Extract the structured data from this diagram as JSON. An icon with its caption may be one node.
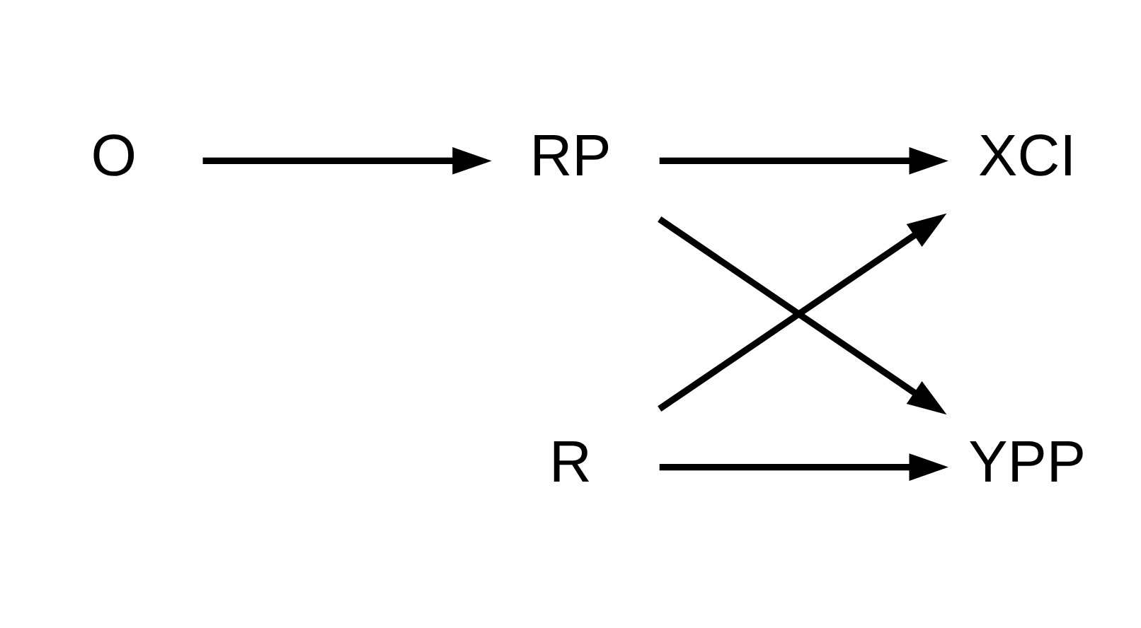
{
  "diagram": {
    "nodes": [
      {
        "text": [
          "O"
        ]
      },
      {
        "text": [
          "RP"
        ]
      },
      {
        "text": [
          "XCI"
        ]
      },
      {
        "text": [
          "R"
        ]
      },
      {
        "text": [
          "YPP"
        ]
      }
    ],
    "edges": [
      {
        "from": 0,
        "to": 1,
        "arrow": "to"
      },
      {
        "from": 1,
        "to": 2,
        "arrow": "to"
      },
      {
        "from": 3,
        "to": 2,
        "arrow": "to"
      },
      {
        "from": 1,
        "to": 4,
        "arrow": "to"
      },
      {
        "from": 3,
        "to": 4,
        "arrow": "to"
      }
    ]
  }
}
